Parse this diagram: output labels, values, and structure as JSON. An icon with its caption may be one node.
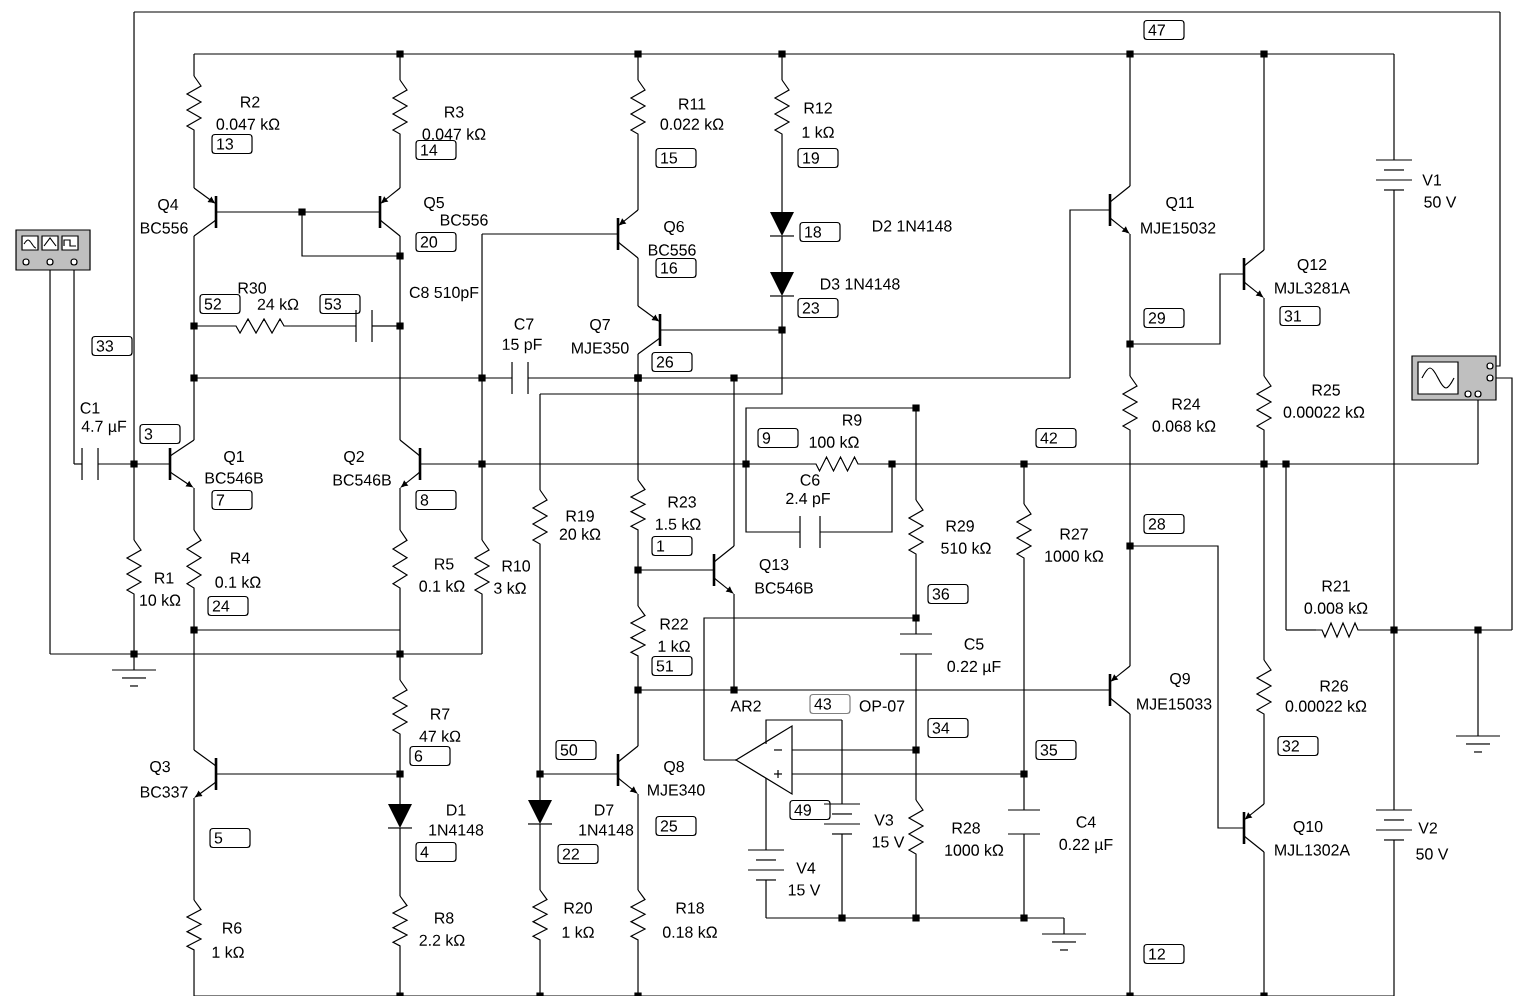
{
  "diagram": {
    "labels": [
      "47",
      "R2",
      "0.047 kΩ",
      "R11",
      "0.022 kΩ",
      "R12",
      "R3",
      "1 kΩ",
      "0.047 kΩ",
      "13",
      "14",
      "15",
      "19",
      "V1",
      "50 V",
      "Q11",
      "Q4",
      "Q5",
      "BC556",
      "D2 1N4148",
      "Q6",
      "BC556",
      "MJE15032",
      "18",
      "20",
      "BC556",
      "Q12",
      "16",
      "D3 1N4148",
      "MJL3281A",
      "R30",
      "52",
      "24 kΩ",
      "53",
      "C8 510pF",
      "23",
      "29",
      "31",
      "C7",
      "Q7",
      "33",
      "15 pF",
      "MJE350",
      "26",
      "R25",
      "R24",
      "C1",
      "0.00022 kΩ",
      "R9",
      "0.068 kΩ",
      "4.7 µF",
      "9",
      "100 kΩ",
      "42",
      "3",
      "Q1",
      "Q2",
      "C6",
      "BC546B",
      "BC546B",
      "7",
      "8",
      "2.4 pF",
      "R23",
      "R19",
      "1.5 kΩ",
      "R29",
      "28",
      "R27",
      "20 kΩ",
      "1",
      "510 kΩ",
      "1000 kΩ",
      "R4",
      "R5",
      "R10",
      "Q13",
      "R1",
      "0.1 kΩ",
      "0.1 kΩ",
      "3 kΩ",
      "BC546B",
      "R21",
      "36",
      "10 kΩ",
      "24",
      "0.008 kΩ",
      "R22",
      "C5",
      "1 kΩ",
      "51",
      "0.22 µF",
      "Q9",
      "R26",
      "AR2",
      "43",
      "MJE15033",
      "0.00022 kΩ",
      "R7",
      "OP-07",
      "34",
      "47 kΩ",
      "32",
      "6",
      "50",
      "35",
      "Q3",
      "Q8",
      "MJE340",
      "BC337",
      "49",
      "D1",
      "D7",
      "V3",
      "C4",
      "25",
      "R28",
      "Q10",
      "V2",
      "1N4148",
      "1N4148",
      "5",
      "15 V",
      "0.22 µF",
      "4",
      "22",
      "1000 kΩ",
      "MJL1302A",
      "50 V",
      "V4",
      "15 V",
      "R20",
      "R18",
      "R8",
      "R6",
      "1 kΩ",
      "0.18 kΩ",
      "2.2 kΩ",
      "1 kΩ",
      "12"
    ]
  }
}
